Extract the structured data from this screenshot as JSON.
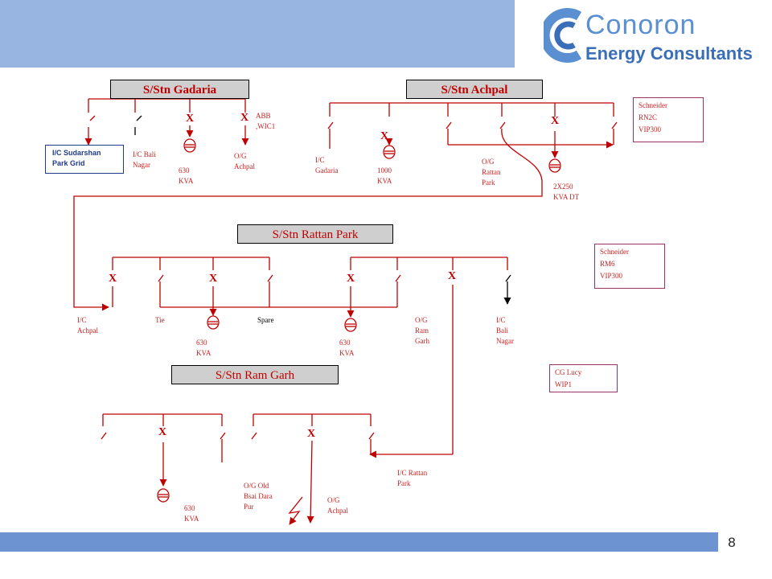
{
  "page": {
    "number": "8"
  },
  "logo": {
    "line1": "Conoron",
    "line2": "Energy Consultants"
  },
  "substations": {
    "gadaria": "S/Stn Gadaria",
    "achpal": "S/Stn Achpal",
    "rattan_park": "S/Stn  Rattan Park",
    "ram_garh": "S/Stn  Ram Garh"
  },
  "legends": {
    "schneider_rn2c": [
      "Schneider",
      "RN2C",
      "VIP300"
    ],
    "schneider_rm6": [
      "Schneider",
      "RM6",
      "VIP300"
    ],
    "cg_lucy": [
      "CG Lucy",
      "WIP1"
    ]
  },
  "breaker_mark": "X",
  "labels": {
    "ic_sudarshan": [
      "I/C Sudarshan",
      "Park Grid"
    ],
    "ic_bali_nagar_g": [
      "I/C Bali",
      "Nagar"
    ],
    "kva630_g": [
      "630",
      "KVA"
    ],
    "og_achpal_g": [
      "O/G",
      "Achpal"
    ],
    "abb": [
      "ABB",
      ",WIC1"
    ],
    "ic_gadaria": [
      "I/C",
      "Gadaria"
    ],
    "kva1000": [
      "1000",
      "KVA"
    ],
    "og_rattan_park": [
      "O/G",
      "Rattan",
      "Park"
    ],
    "kva2x250": [
      "2X250",
      "KVA DT"
    ],
    "ic_achpal": [
      "I/C",
      "Achpal"
    ],
    "tie": [
      "Tie"
    ],
    "kva630_r1": [
      "630",
      "KVA"
    ],
    "spare": [
      "Spare"
    ],
    "kva630_r2": [
      "630",
      "KVA"
    ],
    "og_ram_garh": [
      "O/G",
      "Ram",
      "Garh"
    ],
    "ic_bali_nagar_r": [
      "I/C",
      "Bali",
      "Nagar"
    ],
    "kva630_rg": [
      "630",
      "KVA"
    ],
    "og_old_bsai": [
      "O/G Old",
      "Bsai Dara",
      "Pur"
    ],
    "og_achpal_rg": [
      "O/G",
      "Achpal"
    ],
    "ic_rattan_park": [
      "I/C Rattan",
      "Park"
    ]
  }
}
